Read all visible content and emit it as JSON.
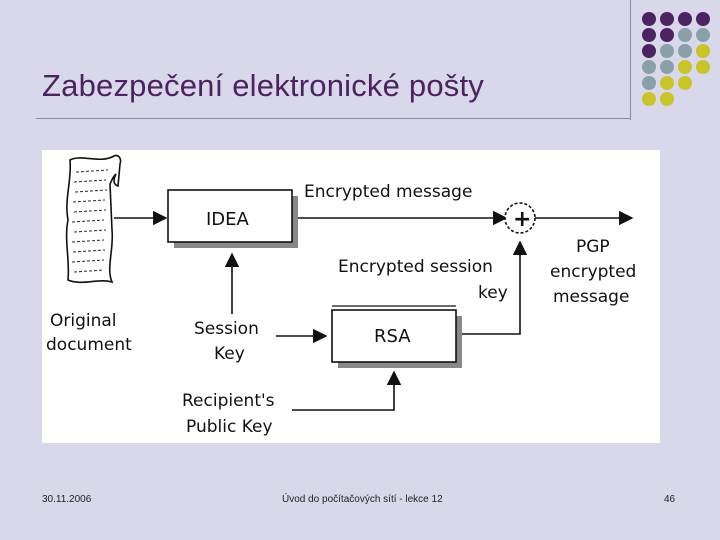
{
  "slide": {
    "title": "Zabezpečení elektronické pošty",
    "footer_date": "30.11.2006",
    "footer_center": "Úvod do počítačových sítí - lekce 12",
    "footer_page": "46"
  },
  "diagram": {
    "original_document": [
      "Original",
      "document"
    ],
    "idea_box": "IDEA",
    "encrypted_message": "Encrypted message",
    "plus_symbol": "+",
    "pgp_encrypted_message": [
      "PGP",
      "encrypted",
      "message"
    ],
    "encrypted_session_key": [
      "Encrypted session",
      "key"
    ],
    "session_key": [
      "Session",
      "Key"
    ],
    "rsa_box": "RSA",
    "recipients_public_key": [
      "Recipient's",
      "Public Key"
    ]
  },
  "colors": {
    "purple": "#4a2360",
    "gray": "#8aa0a8",
    "yellow": "#c8c42a"
  }
}
